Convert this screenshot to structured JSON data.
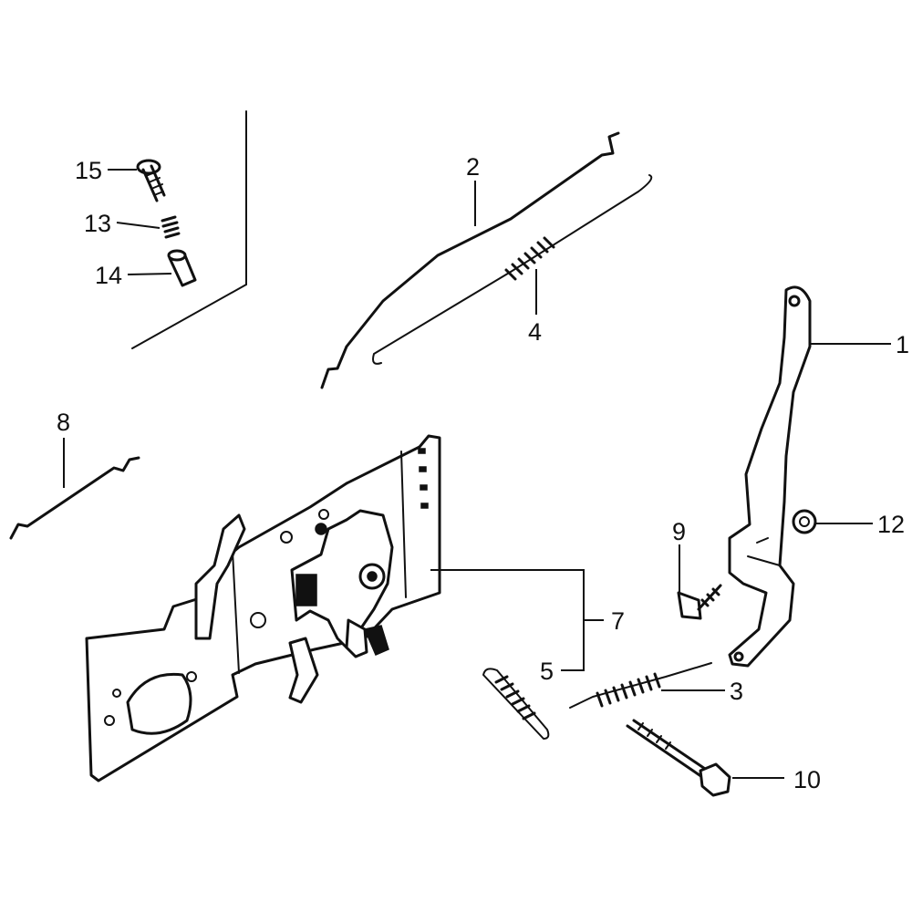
{
  "diagram": {
    "callouts": [
      {
        "id": "1",
        "label": "1"
      },
      {
        "id": "2",
        "label": "2"
      },
      {
        "id": "3",
        "label": "3"
      },
      {
        "id": "4",
        "label": "4"
      },
      {
        "id": "5",
        "label": "5"
      },
      {
        "id": "7",
        "label": "7"
      },
      {
        "id": "8",
        "label": "8"
      },
      {
        "id": "9",
        "label": "9"
      },
      {
        "id": "10",
        "label": "10"
      },
      {
        "id": "12",
        "label": "12"
      },
      {
        "id": "13",
        "label": "13"
      },
      {
        "id": "14",
        "label": "14"
      },
      {
        "id": "15",
        "label": "15"
      }
    ]
  }
}
